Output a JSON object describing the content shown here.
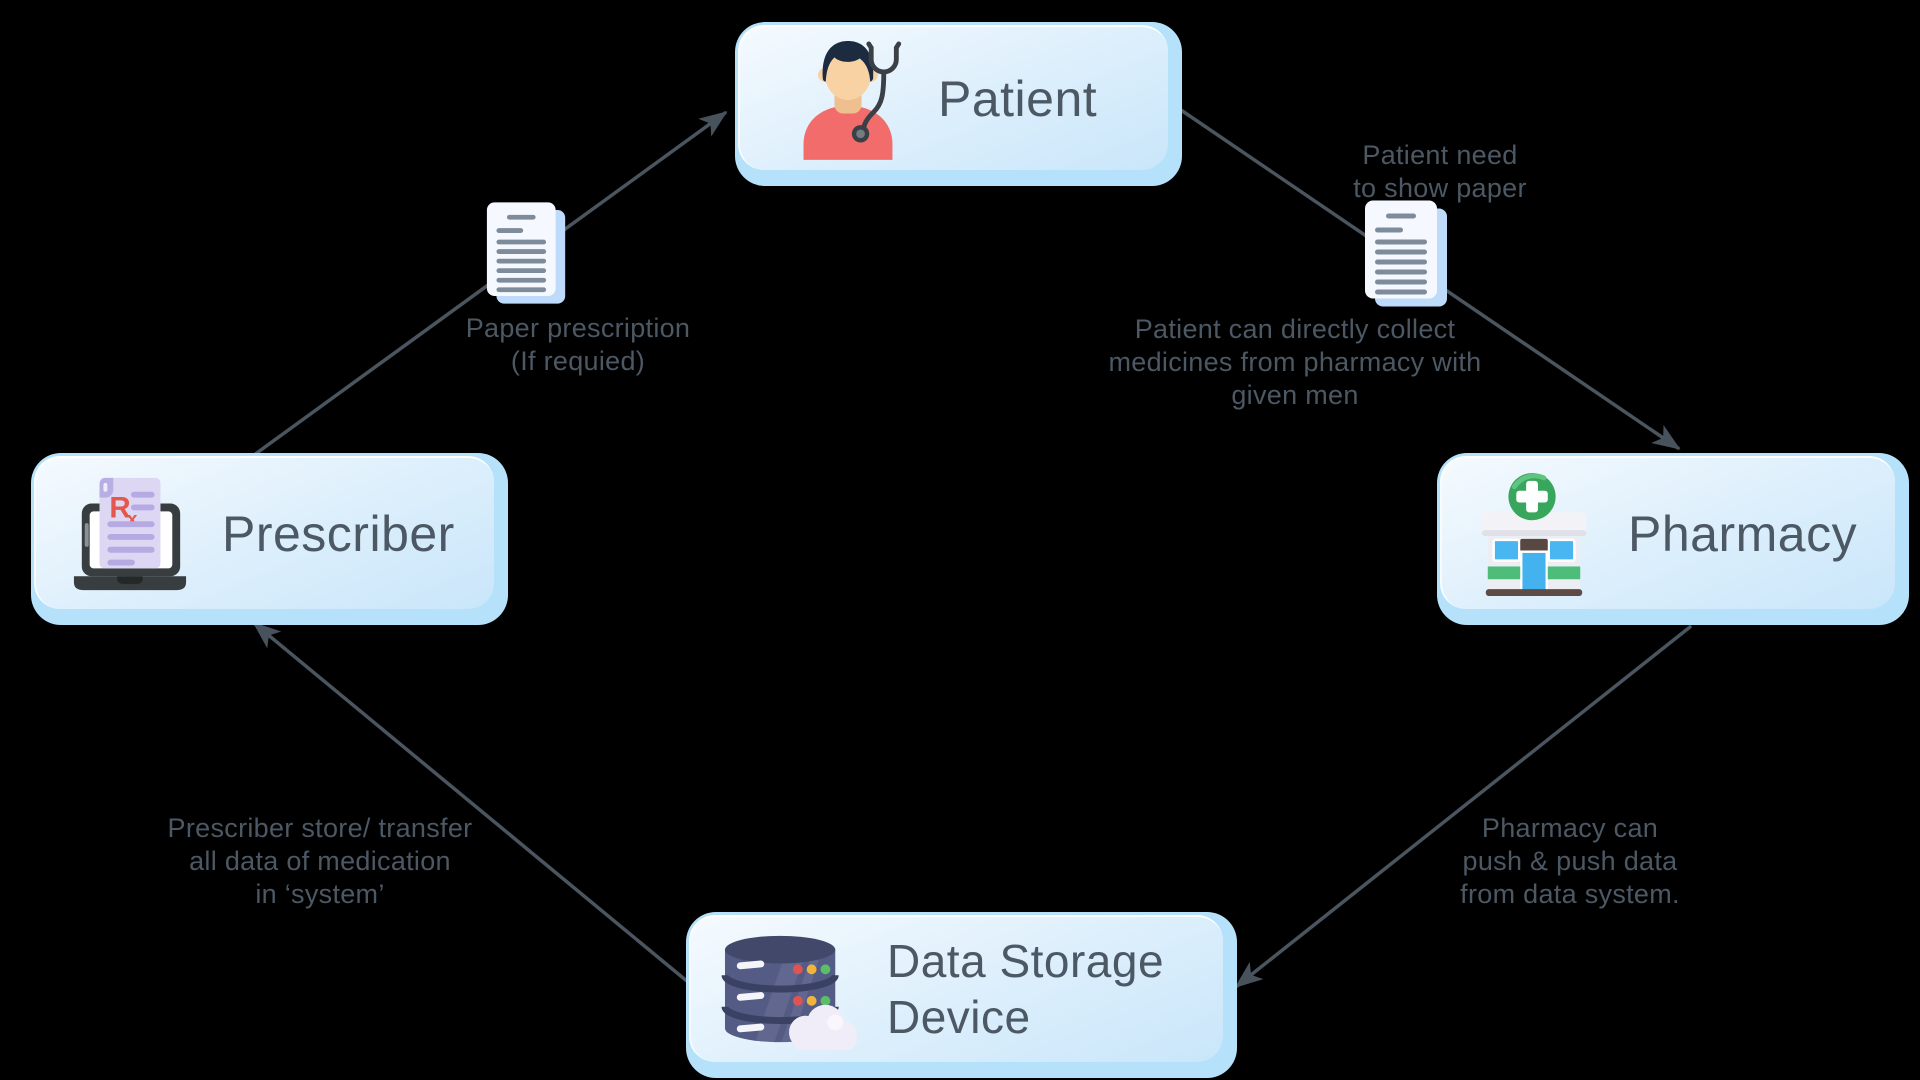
{
  "nodes": [
    {
      "id": "patient",
      "label": "Patient",
      "icon": "patient-avatar-stethoscope-icon"
    },
    {
      "id": "prescriber",
      "label": "Prescriber",
      "icon": "laptop-rx-prescription-icon"
    },
    {
      "id": "pharmacy",
      "label": "Pharmacy",
      "icon": "pharmacy-store-icon"
    },
    {
      "id": "data-storage",
      "label": "Data Storage Device",
      "icon": "database-cloud-icon"
    }
  ],
  "edges": [
    {
      "from": "prescriber",
      "to": "patient",
      "icon": "paper-document-icon",
      "label": "Paper prescription\n(If requied)"
    },
    {
      "from": "patient",
      "to": "pharmacy",
      "icon": "paper-document-icon",
      "label_top": "Patient need\nto show paper",
      "label_bottom": "Patient can directly collect\nmedicines from pharmacy with\ngiven men"
    },
    {
      "from": "pharmacy",
      "to": "data-storage",
      "label": "Pharmacy can\npush & push data\nfrom data system."
    },
    {
      "from": "data-storage",
      "to": "prescriber",
      "label": "Prescriber store/ transfer\nall data of medication\nin ‘system’"
    }
  ],
  "colors": {
    "background": "#000000",
    "node_border": "#B5E2FA",
    "node_fill_top": "#F5FAFE",
    "node_fill_bottom": "#C9E6FA",
    "title_text": "#4C5964",
    "label_text": "#4C5864",
    "arrow": "#4A555F",
    "rx_red": "#E4574D",
    "pharmacy_green": "#38A65C",
    "shirt_coral": "#F26C6C",
    "database_purple": "#545B85"
  }
}
